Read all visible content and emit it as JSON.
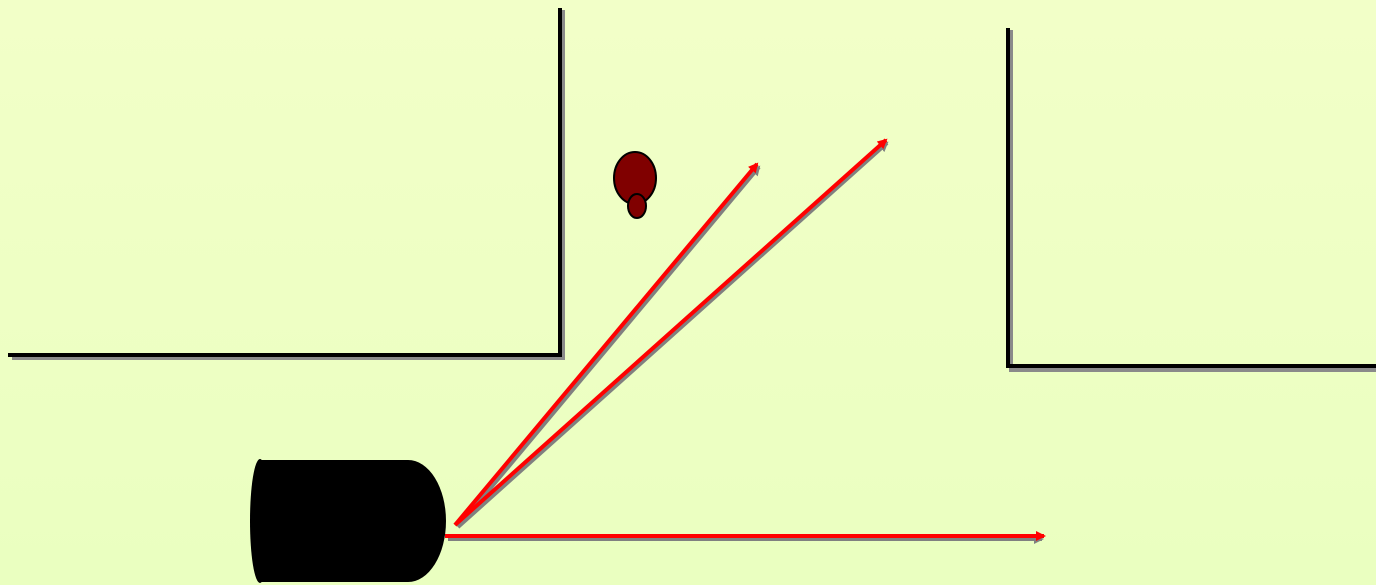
{
  "diagram": {
    "colors": {
      "background": "#eeffc4",
      "wall": "#000000",
      "wall_shadow": "#8a8a8a",
      "ray": "#ff0000",
      "ray_shadow": "#808080",
      "person_fill": "#800000",
      "person_outline": "#000000",
      "device_fill": "#000000"
    },
    "elements": {
      "left_wall": "wall",
      "right_wall": "wall",
      "person": "person-icon",
      "device": "sensor-device",
      "rays": [
        "ray-to-upper-left",
        "ray-to-upper-right",
        "ray-horizontal"
      ]
    }
  }
}
